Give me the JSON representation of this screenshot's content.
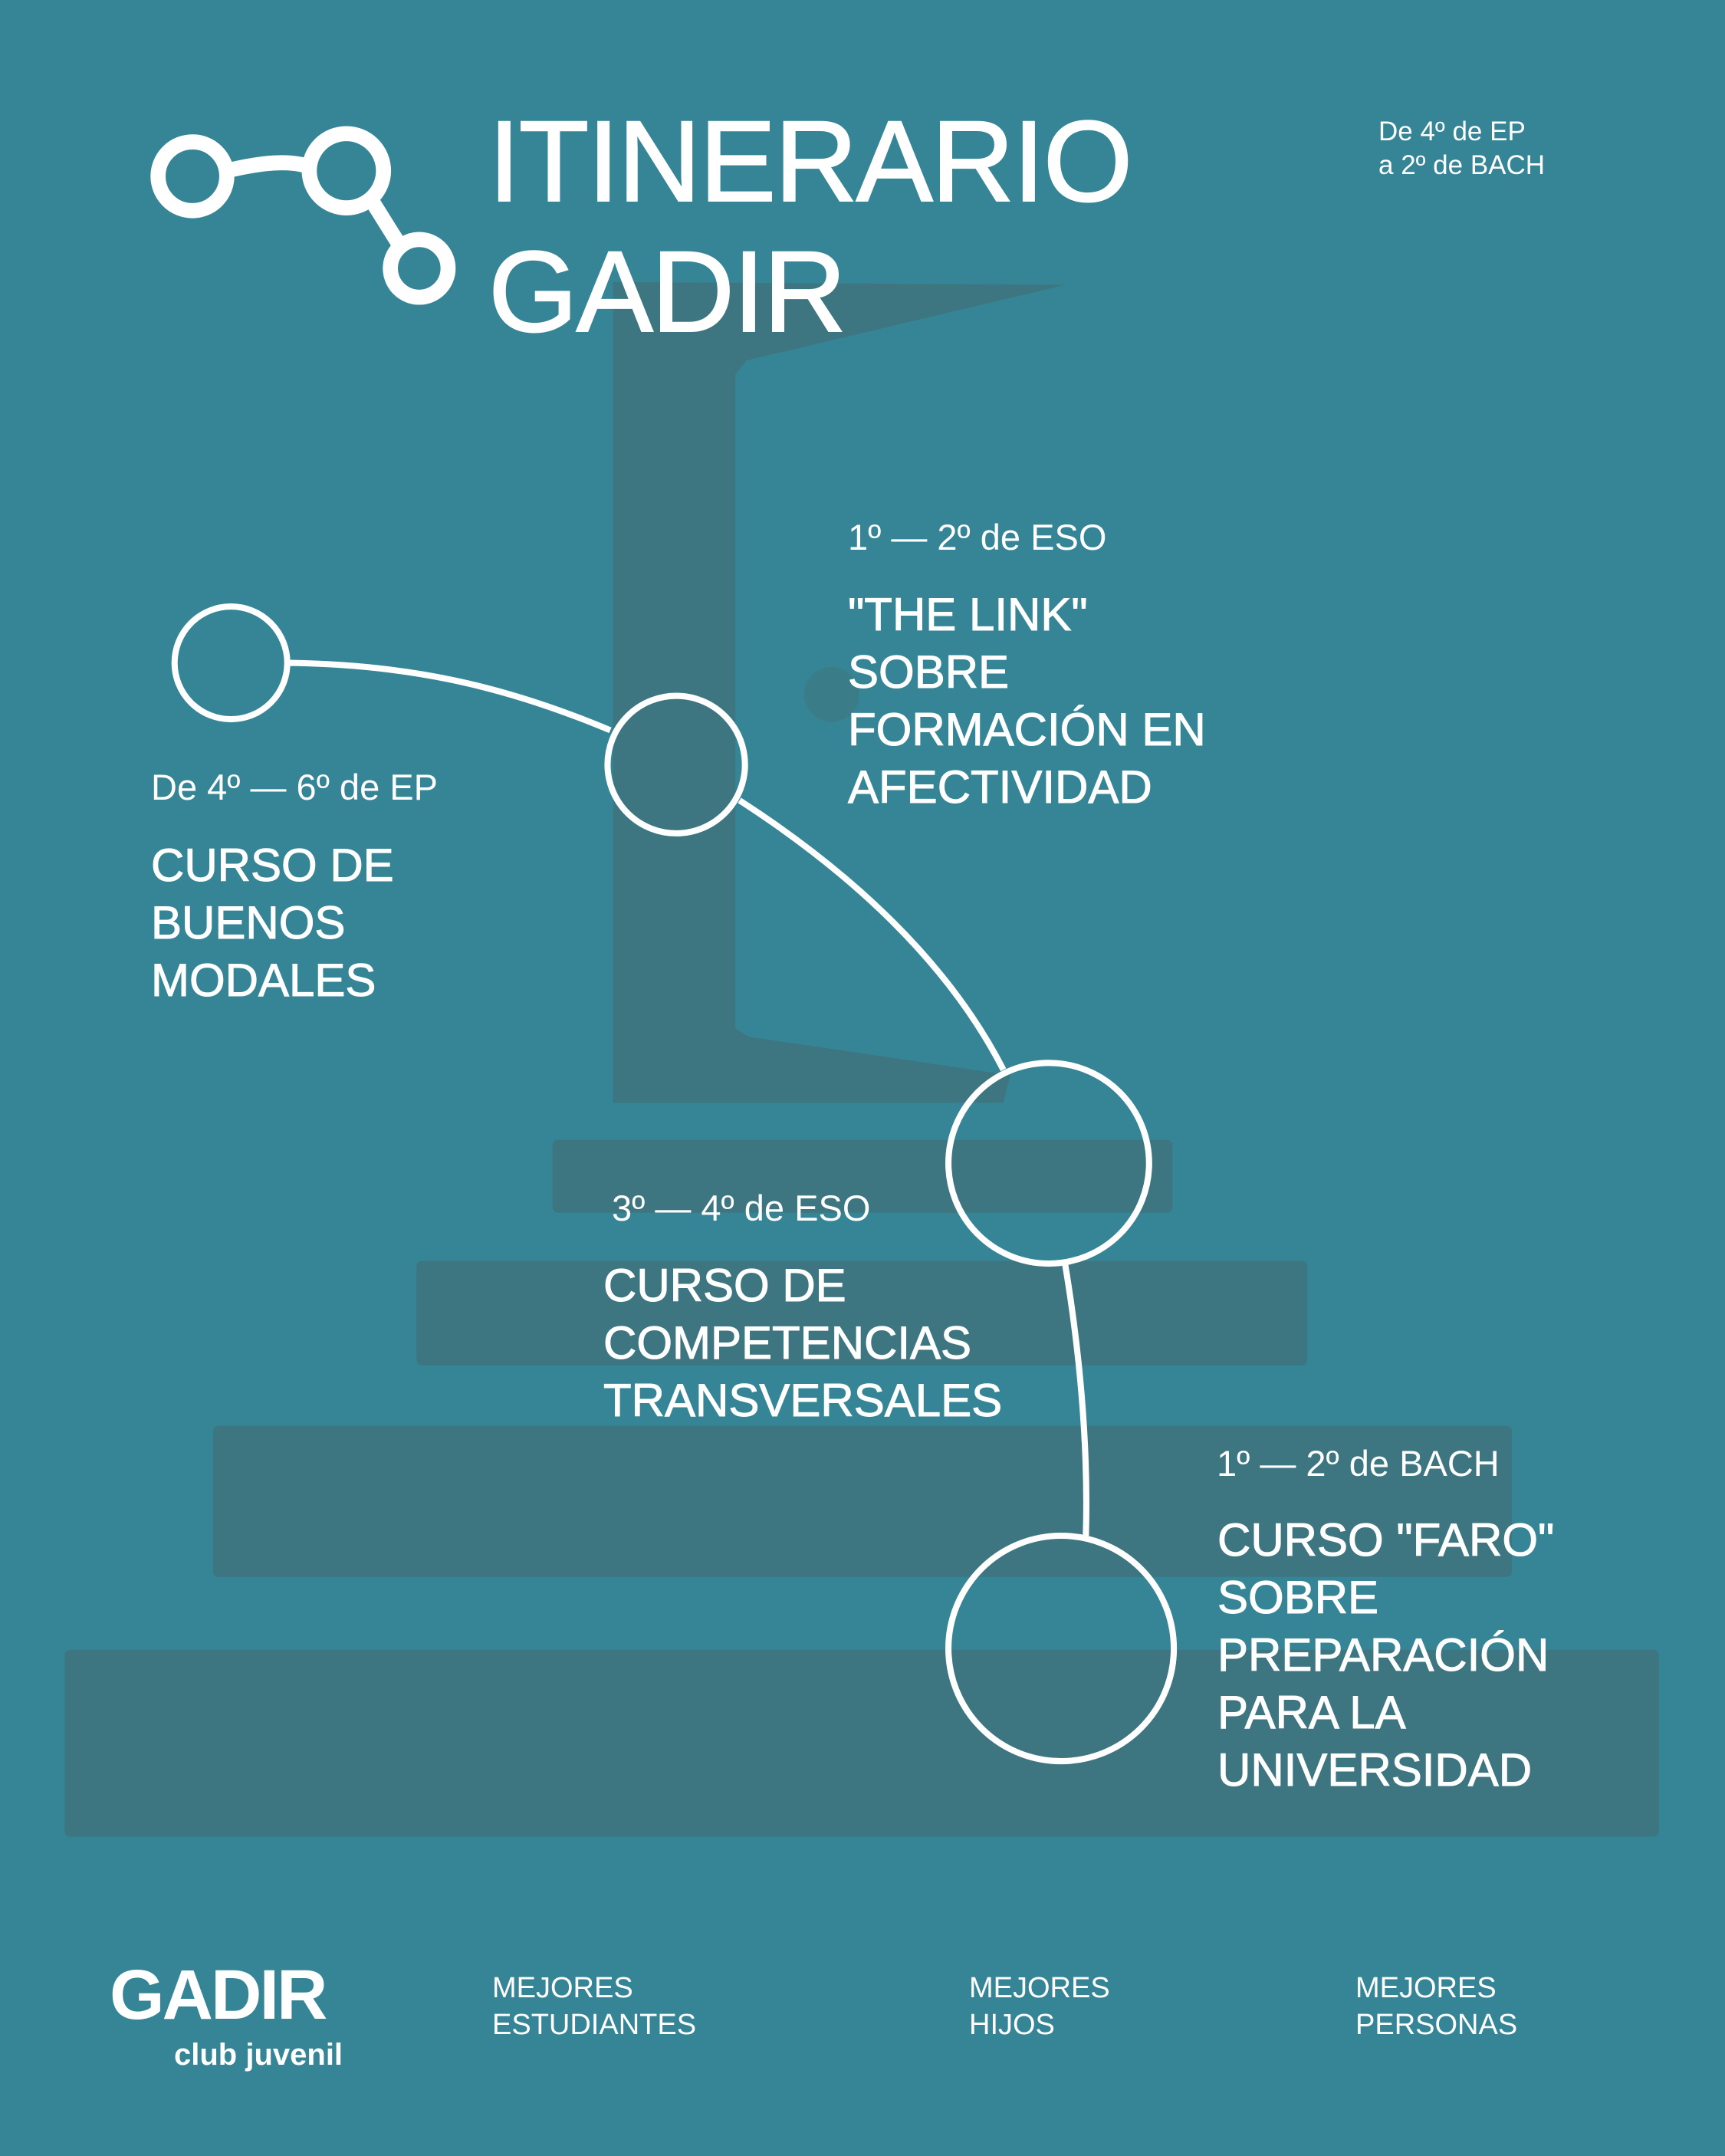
{
  "header": {
    "title_line1": "ITINERARIO",
    "title_line2": "GADIR",
    "range_line1": "De 4º de EP",
    "range_line2": "a 2º de BACH"
  },
  "stages": [
    {
      "label": "De 4º — 6º de EP",
      "title": [
        "CURSO DE",
        "BUENOS",
        "MODALES"
      ]
    },
    {
      "label": "1º —  2º de ESO",
      "title": [
        "\"THE LINK\"",
        "SOBRE",
        "FORMACIÓN EN",
        "AFECTIVIDAD"
      ]
    },
    {
      "label": "3º — 4º de ESO",
      "title": [
        "CURSO DE",
        "COMPETENCIAS",
        "TRANSVERSALES"
      ]
    },
    {
      "label": "1º — 2º de BACH",
      "title": [
        "CURSO \"FARO\"",
        "SOBRE",
        "PREPARACIÓN",
        "PARA LA",
        "UNIVERSIDAD"
      ]
    }
  ],
  "footer": {
    "logo_main": "GADIR",
    "logo_sub": "club juvenil",
    "mottos": [
      [
        "MEJORES",
        "ESTUDIANTES"
      ],
      [
        "MEJORES",
        "HIJOS"
      ],
      [
        "MEJORES",
        "PERSONAS"
      ]
    ]
  },
  "colors": {
    "background": "#358596",
    "shadow": "#3d7680",
    "foreground": "#ffffff"
  }
}
